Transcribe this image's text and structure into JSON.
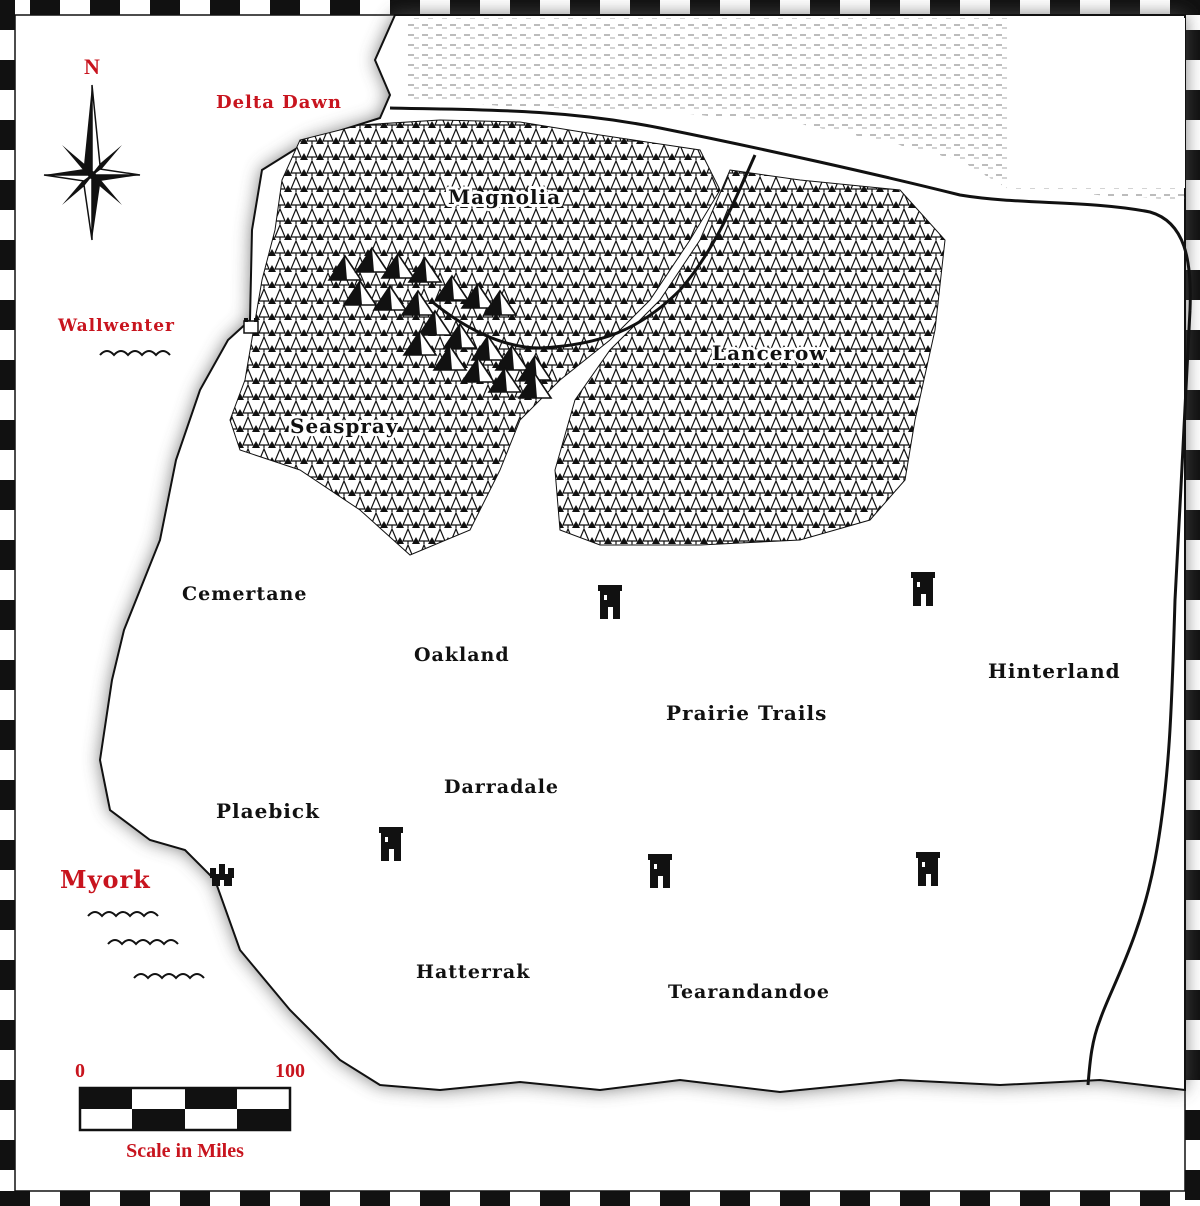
{
  "map": {
    "compass_letter": "N",
    "scale": {
      "start_label": "0",
      "end_label": "100",
      "caption": "Scale in Miles"
    },
    "labels": {
      "delta_dawn": "Delta Dawn",
      "magnolia": "Magnolia",
      "wallwenter": "Wallwenter",
      "lancerow": "Lancerow",
      "seaspray": "Seaspray",
      "cemertane": "Cemertane",
      "oakland": "Oakland",
      "hinterland": "Hinterland",
      "prairie_trails": "Prairie Trails",
      "darradale": "Darradale",
      "plaebick": "Plaebick",
      "myork": "Myork",
      "hatterrak": "Hatterrak",
      "tearandandoe": "Tearandandoe"
    },
    "colors": {
      "red_label": "#c8141e",
      "black_label": "#111111",
      "land": "#ffffff",
      "border_dark": "#111111"
    },
    "icons": [
      "compass-rose-icon",
      "castle-icon",
      "tower-icon",
      "forest-icon",
      "mountain-icon",
      "wave-icon",
      "marsh-icon"
    ]
  }
}
